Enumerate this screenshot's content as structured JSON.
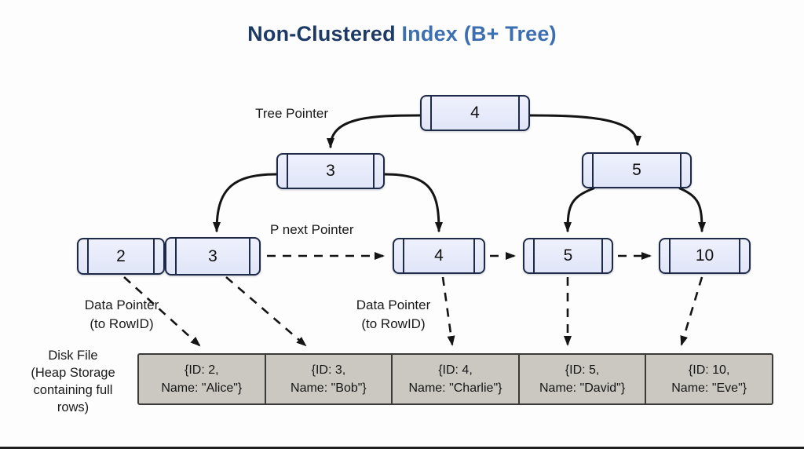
{
  "title": {
    "part1": "Non-Clustered ",
    "part2": "Index (B+ Tree)"
  },
  "labels": {
    "tree_pointer": "Tree Pointer",
    "p_next_pointer": "P next Pointer",
    "data_pointer_left": "Data Pointer\n(to RowID)",
    "data_pointer_mid": "Data Pointer\n(to RowID)",
    "disk_file": "Disk File\n(Heap Storage\ncontaining full\nrows)"
  },
  "tree": {
    "root": {
      "value": "4"
    },
    "internal_left": {
      "value": "3"
    },
    "internal_right": {
      "value": "5"
    },
    "leaves": [
      {
        "value": "2"
      },
      {
        "value": "3"
      },
      {
        "value": "4"
      },
      {
        "value": "5"
      },
      {
        "value": "10"
      }
    ]
  },
  "heap": {
    "rows": [
      {
        "line1": "{ID: 2,",
        "line2": "Name: \"Alice\"}"
      },
      {
        "line1": "{ID: 3,",
        "line2": "Name: \"Bob\"}"
      },
      {
        "line1": "{ID: 4,",
        "line2": "Name: \"Charlie\"}"
      },
      {
        "line1": "{ID: 5,",
        "line2": "Name: \"David\"}"
      },
      {
        "line1": "{ID: 10,",
        "line2": "Name: \"Eve\"}"
      }
    ]
  },
  "colors": {
    "node_fill": "#e8ebfa",
    "node_border": "#1e2a47",
    "heap_fill": "#cac8c0",
    "title_dark": "#1d3a66",
    "title_light": "#3c6fb1",
    "arrow": "#141414"
  }
}
